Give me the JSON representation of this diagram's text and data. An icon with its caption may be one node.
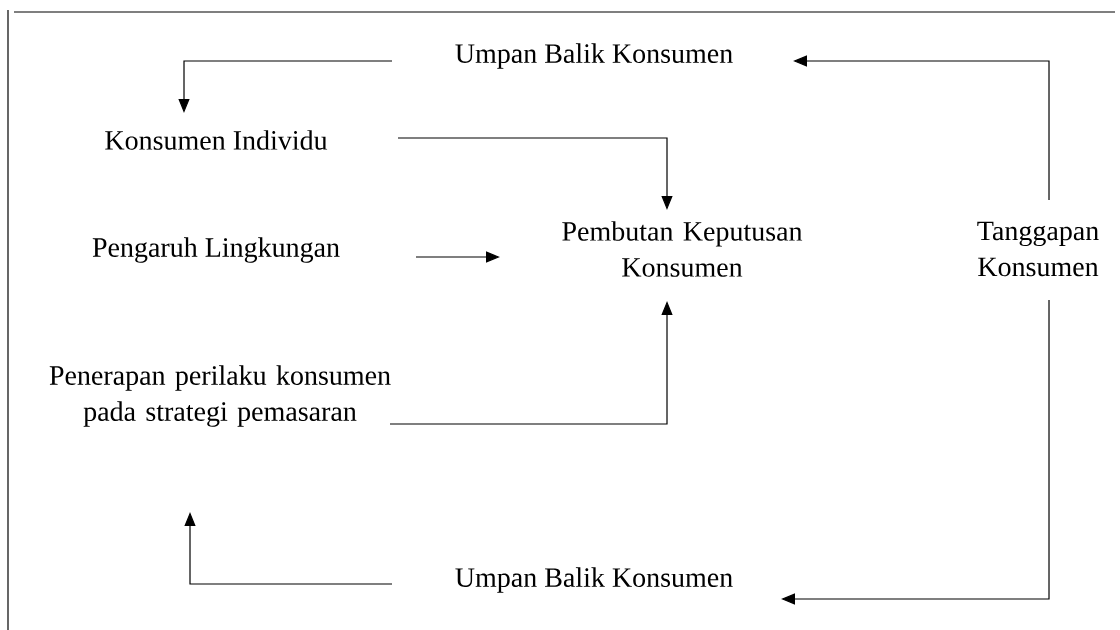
{
  "diagram": {
    "nodes": [
      {
        "text": [
          "Umpan Balik Konsumen"
        ]
      },
      {
        "text": [
          "Konsumen Individu"
        ]
      },
      {
        "text": [
          "Pengaruh Lingkungan"
        ]
      },
      {
        "text": [
          "Pembutan Keputusan Konsumen"
        ]
      },
      {
        "text": [
          "Tanggapan Konsumen"
        ]
      },
      {
        "text": [
          "Penerapan perilaku konsumen pada strategi pemasaran"
        ]
      },
      {
        "text": [
          "Umpan Balik Konsumen"
        ]
      }
    ],
    "edges": [
      {
        "from": 0,
        "to": 1,
        "arrow": "to"
      },
      {
        "from": 1,
        "to": 3,
        "arrow": "to"
      },
      {
        "from": 2,
        "to": 3,
        "arrow": "to"
      },
      {
        "from": 5,
        "to": 3,
        "arrow": "to"
      },
      {
        "from": 4,
        "to": 0,
        "arrow": "to"
      },
      {
        "from": 4,
        "to": 6,
        "arrow": "to"
      },
      {
        "from": 6,
        "to": 5,
        "arrow": "to"
      }
    ]
  }
}
